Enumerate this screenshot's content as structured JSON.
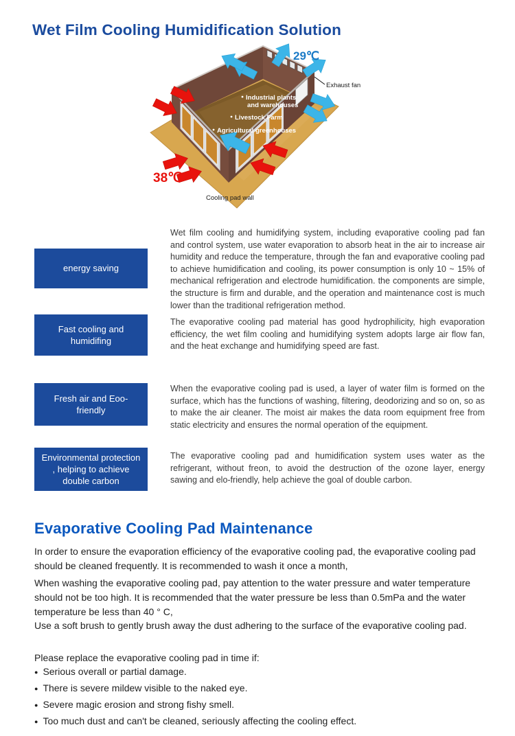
{
  "colors": {
    "title_blue": "#1a4b9e",
    "section_blue": "#0a57be",
    "box_blue": "#1c4b9c",
    "hot_red": "#e8130d",
    "cool_cyan": "#3cb5e8",
    "temp_cold_text": "#1b7ac6",
    "body_text": "#3a3a3a"
  },
  "header": {
    "title": "Wet Film Cooling Humidification Solution"
  },
  "diagram": {
    "cold_temp": "29℃",
    "hot_temp": "38℃",
    "exhaust_fan_label": "Exhaust fan",
    "cooling_pad_wall_label": "Cooling pad wall",
    "interior_labels": {
      "industrial_line1": "Industrial plants",
      "industrial_line2": "and warehouses",
      "livestock": "Livestock Farm",
      "greenhouses": "Agricultural greenhouses"
    }
  },
  "features": [
    {
      "label": "energy saving",
      "description": "Wet film cooling and humidifying system, including evaporative cooling pad fan and control system, use water evaporation to absorb heat in the air to increase air humidity and reduce the temperature, through the fan and evaporative cooling pad to achieve humidification and cooling, its power consumption is only 10 ~ 15% of mechanical refrigeration and electrode humidification. the components are simple, the structure is firm and durable, and the operation and maintenance cost is much lower than the traditional refrigeration method."
    },
    {
      "label": "Fast cooling and humidifing",
      "description": "The evaporative cooling pad material has good hydrophilicity, high evaporation efficiency, the wet film cooling and humidifying system adopts large air flow fan, and the heat exchange and humidifying speed are fast."
    },
    {
      "label": "Fresh air and Eoo-friendly",
      "description": "When the evaporative cooling pad is used, a layer of water film is formed on the surface, which has the functions of washing, filtering, deodorizing and so on, so as to make the air cleaner. The moist air makes the data room equipment free from static electricity and ensures the normal operation of the equipment."
    },
    {
      "label": "Environmental protection , helping to achieve double carbon",
      "description": "The evaporative cooling pad and humidification system uses water as the refrigerant, without freon, to avoid the destruction of the ozone layer, energy sawing and elo-friendly,  help achieve the goal of double carbon."
    }
  ],
  "maintenance": {
    "title": "Evaporative Cooling Pad Maintenance",
    "paragraphs": [
      "In order to ensure the evaporation efficiency of the evaporative cooling pad, the evaporative cooling pad should be cleaned frequently. It is recommended to wash it once a month,",
      "When washing the evaporative cooling pad, pay attention to the water pressure and water temperature should not be too high. It is recommended that the water pressure be less than 0.5mPa and the water temperature be less than 40 ° C,",
      "Use a soft brush to gently brush away the dust adhering to the surface of the evaporative cooling pad."
    ],
    "replace_intro": "Please replace the evaporative cooling pad in time if:",
    "bullet_char": "●",
    "replace_items": [
      "Serious overall or partial damage.",
      "There is severe mildew visible to the naked eye.",
      "Severe magic erosion and strong fishy smell.",
      "Too much dust and can't be cleaned, seriously affecting the cooling effect."
    ]
  }
}
